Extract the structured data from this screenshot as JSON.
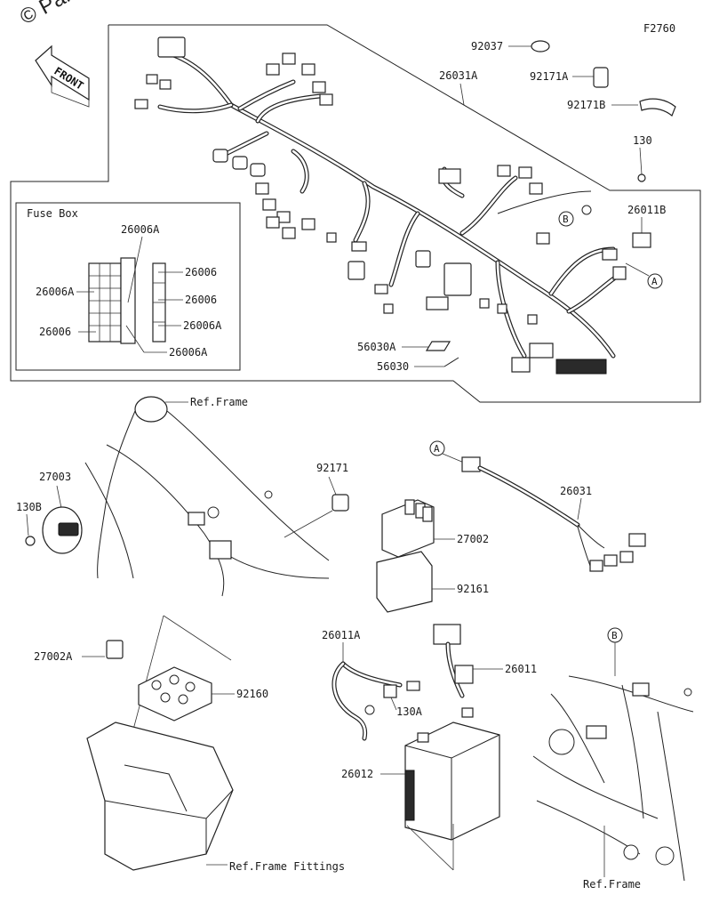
{
  "watermark": "© Par",
  "figure_code": "F2760",
  "front_label": "FRONT",
  "fuse_box": {
    "title": "Fuse Box",
    "labels": [
      "26006A",
      "26006",
      "26006A",
      "26006",
      "26006",
      "26006A",
      "26006A"
    ]
  },
  "callouts": {
    "c92037": "92037",
    "c26031A": "26031A",
    "c92171A": "92171A",
    "c92171B": "92171B",
    "c130": "130",
    "c26011B": "26011B",
    "c56030A": "56030A",
    "c56030": "56030",
    "cRefFrame1": "Ref.Frame",
    "c27003": "27003",
    "c130B": "130B",
    "c92171": "92171",
    "c27002": "27002",
    "c92161": "92161",
    "c26031": "26031",
    "c27002A": "27002A",
    "c92160": "92160",
    "c26011A": "26011A",
    "c26011": "26011",
    "c130A": "130A",
    "c26012": "26012",
    "cRefFrameFittings": "Ref.Frame Fittings",
    "cRefFrame2": "Ref.Frame"
  },
  "markers": {
    "a1": "A",
    "a2": "A",
    "b1": "B",
    "b2": "B"
  }
}
